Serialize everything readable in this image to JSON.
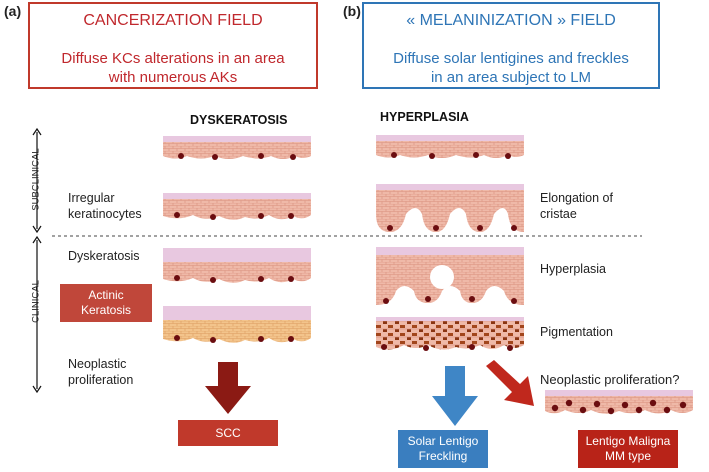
{
  "panel_a": {
    "label": "(a)",
    "title": "CANCERIZATION FIELD",
    "description_line1": "Diffuse KCs alterations in an area",
    "description_line2": "with numerous AKs",
    "column_title": "DYSKERATOSIS",
    "stage_labels": {
      "irregular_line1": "Irregular",
      "irregular_line2": "keratinocytes",
      "dyskeratosis": "Dyskeratosis",
      "neoplastic_line1": "Neoplastic",
      "neoplastic_line2": "proliferation"
    },
    "actinic_box_line1": "Actinic",
    "actinic_box_line2": "Keratosis",
    "result": "SCC"
  },
  "panel_b": {
    "label": "(b)",
    "title": "« MELANINIZATION » FIELD",
    "description_line1": "Diffuse solar lentigines and freckles",
    "description_line2": "in an area subject to LM",
    "column_title": "HYPERPLASIA",
    "stage_labels": {
      "elongation_line1": "Elongation of",
      "elongation_line2": "cristae",
      "hyperplasia": "Hyperplasia",
      "pigmentation": "Pigmentation",
      "neoplastic_question": "Neoplastic proliferation?"
    },
    "result_left_line1": "Solar Lentigo",
    "result_left_line2": "Freckling",
    "result_right_line1": "Lentigo Maligna",
    "result_right_line2": "MM type"
  },
  "axis": {
    "subclinical": "SUBCLINICAL",
    "clinical": "CLINICAL"
  },
  "colors": {
    "red_border": "#c0392b",
    "blue_border": "#2e75b6",
    "epidermis": "#efb7a6",
    "stratum_corneum": "#e8c8e0",
    "dark_arrow": "#8b1a14",
    "blue_arrow": "#3f86c6",
    "red_arrow": "#c0281d",
    "scc_box": "#c0392b",
    "lentigo_box": "#3a7ebf",
    "lm_box": "#b82318",
    "actinic_box": "#c0473a"
  }
}
